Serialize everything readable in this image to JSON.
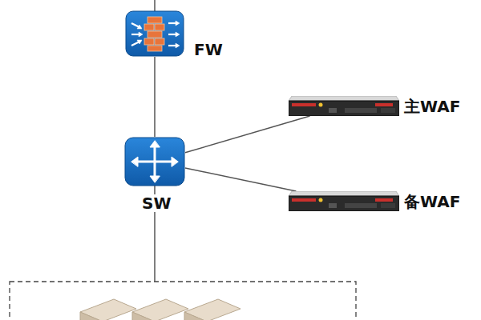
{
  "diagram": {
    "nodes": [
      {
        "text": [
          "FW"
        ]
      },
      {
        "text": [
          "SW"
        ]
      },
      {
        "text": [
          "主WAF"
        ]
      },
      {
        "text": [
          "备WAF"
        ]
      }
    ],
    "edges": [
      {
        "from": 0,
        "to": 1,
        "arrow": "none"
      },
      {
        "from": 1,
        "to": 2,
        "arrow": "none"
      },
      {
        "from": 1,
        "to": 3,
        "arrow": "none"
      }
    ]
  }
}
